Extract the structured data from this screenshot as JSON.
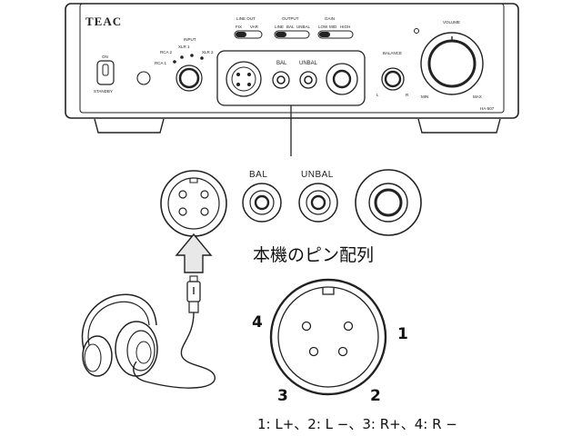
{
  "device": {
    "brand": "TEAC",
    "power": {
      "on": "ON",
      "standby": "STANDBY"
    },
    "input": {
      "title": "INPUT",
      "rca1": "RCA 1",
      "rca2": "RCA 2",
      "xlr1": "XLR 1",
      "xlr2": "XLR 2"
    },
    "line_out": {
      "title": "LINE OUT",
      "opt1": "FIX",
      "opt2": "VAR"
    },
    "output": {
      "title": "OUTPUT",
      "opt1": "LINE",
      "opt2": "BAL",
      "opt3": "UNBAL"
    },
    "gain": {
      "title": "GAIN",
      "opt1": "LOW",
      "opt2": "MID",
      "opt3": "HIGH"
    },
    "jacks": {
      "bal": "BAL",
      "unbal": "UNBAL"
    },
    "balance": {
      "title": "BALANCE",
      "left": "L",
      "right": "R"
    },
    "volume": {
      "title": "VOLUME",
      "min": "MIN",
      "max": "MAX"
    },
    "model": "HA-507"
  },
  "detail": {
    "bal_label": "BAL",
    "unbal_label": "UNBAL"
  },
  "pinout": {
    "title": "本機のピン配列",
    "pin1": "1",
    "pin2": "2",
    "pin3": "3",
    "pin4": "4",
    "mapping": "1: L+、2: L −、3: R+、4: R −"
  }
}
